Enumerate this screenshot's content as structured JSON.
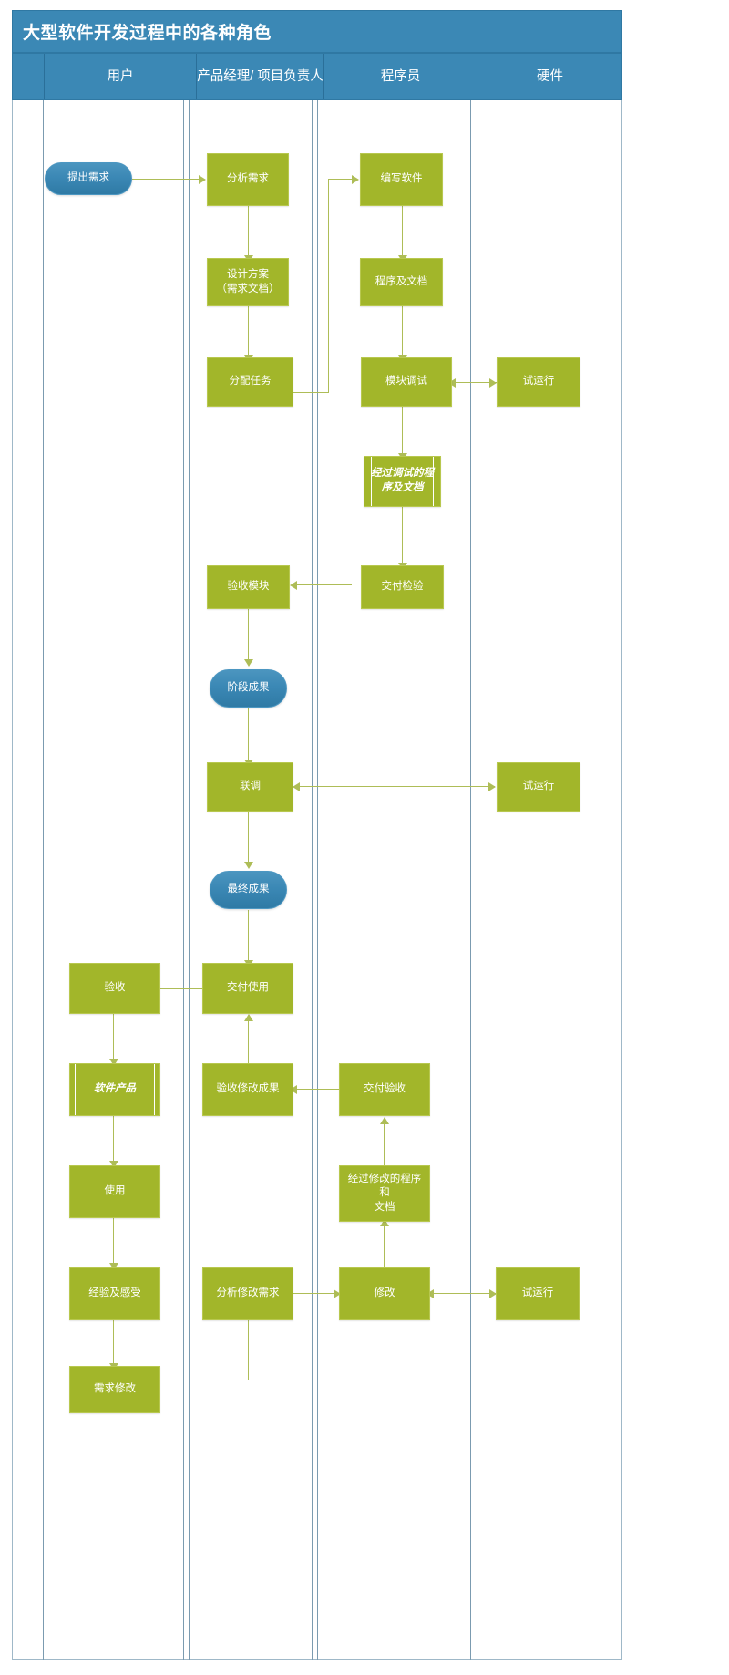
{
  "diagram": {
    "title": "大型软件开发过程中的各种角色",
    "type": "swimlane-flowchart",
    "colors": {
      "header_blue": "#3b88b5",
      "process_green": "#a2b62a",
      "terminator_blue": "#3b88b5",
      "connector_green": "#aebd57",
      "lane_border": "#7b9bb0",
      "background": "#ffffff"
    },
    "lanes": [
      {
        "id": "user",
        "label": "用户"
      },
      {
        "id": "pm",
        "label": "产品经理/\n项目负责人"
      },
      {
        "id": "dev",
        "label": "程序员"
      },
      {
        "id": "hw",
        "label": "硬件"
      }
    ],
    "nodes": [
      {
        "id": "n1",
        "lane": "user",
        "shape": "terminator",
        "label": "提出需求"
      },
      {
        "id": "n2",
        "lane": "pm",
        "shape": "process",
        "label": "分析需求"
      },
      {
        "id": "n3",
        "lane": "pm",
        "shape": "process",
        "label": "设计方案\n（需求文档）"
      },
      {
        "id": "n4",
        "lane": "pm",
        "shape": "process",
        "label": "分配任务"
      },
      {
        "id": "n5",
        "lane": "dev",
        "shape": "process",
        "label": "编写软件"
      },
      {
        "id": "n6",
        "lane": "dev",
        "shape": "process",
        "label": "程序及文档"
      },
      {
        "id": "n7",
        "lane": "dev",
        "shape": "process",
        "label": "模块调试"
      },
      {
        "id": "n8",
        "lane": "hw",
        "shape": "process",
        "label": "试运行"
      },
      {
        "id": "n9",
        "lane": "dev",
        "shape": "document",
        "label": "经过调试的程\n序及文档"
      },
      {
        "id": "n10",
        "lane": "dev",
        "shape": "process",
        "label": "交付检验"
      },
      {
        "id": "n11",
        "lane": "pm",
        "shape": "process",
        "label": "验收模块"
      },
      {
        "id": "n12",
        "lane": "pm",
        "shape": "terminator",
        "label": "阶段成果"
      },
      {
        "id": "n13",
        "lane": "pm",
        "shape": "process",
        "label": "联调"
      },
      {
        "id": "n14",
        "lane": "hw",
        "shape": "process",
        "label": "试运行"
      },
      {
        "id": "n15",
        "lane": "pm",
        "shape": "terminator",
        "label": "最终成果"
      },
      {
        "id": "n16",
        "lane": "pm",
        "shape": "process",
        "label": "交付使用"
      },
      {
        "id": "n17",
        "lane": "user",
        "shape": "process",
        "label": "验收"
      },
      {
        "id": "n18",
        "lane": "user",
        "shape": "document",
        "label": "软件产品"
      },
      {
        "id": "n19",
        "lane": "pm",
        "shape": "process",
        "label": "验收修改成果"
      },
      {
        "id": "n20",
        "lane": "dev",
        "shape": "process",
        "label": "交付验收"
      },
      {
        "id": "n21",
        "lane": "user",
        "shape": "process",
        "label": "使用"
      },
      {
        "id": "n22",
        "lane": "dev",
        "shape": "process",
        "label": "经过修改的程序和\n文档"
      },
      {
        "id": "n23",
        "lane": "user",
        "shape": "process",
        "label": "经验及感受"
      },
      {
        "id": "n24",
        "lane": "pm",
        "shape": "process",
        "label": "分析修改需求"
      },
      {
        "id": "n25",
        "lane": "dev",
        "shape": "process",
        "label": "修改"
      },
      {
        "id": "n26",
        "lane": "hw",
        "shape": "process",
        "label": "试运行"
      },
      {
        "id": "n27",
        "lane": "user",
        "shape": "process",
        "label": "需求修改"
      }
    ],
    "edges": [
      {
        "from": "n1",
        "to": "n2",
        "dir": "one-way"
      },
      {
        "from": "n2",
        "to": "n3",
        "dir": "one-way"
      },
      {
        "from": "n3",
        "to": "n4",
        "dir": "one-way"
      },
      {
        "from": "n4",
        "to": "n5",
        "dir": "one-way"
      },
      {
        "from": "n5",
        "to": "n6",
        "dir": "one-way"
      },
      {
        "from": "n6",
        "to": "n7",
        "dir": "one-way"
      },
      {
        "from": "n7",
        "to": "n8",
        "dir": "two-way"
      },
      {
        "from": "n7",
        "to": "n9",
        "dir": "one-way"
      },
      {
        "from": "n9",
        "to": "n10",
        "dir": "one-way"
      },
      {
        "from": "n10",
        "to": "n11",
        "dir": "one-way"
      },
      {
        "from": "n11",
        "to": "n12",
        "dir": "one-way"
      },
      {
        "from": "n12",
        "to": "n13",
        "dir": "one-way"
      },
      {
        "from": "n13",
        "to": "n14",
        "dir": "two-way"
      },
      {
        "from": "n13",
        "to": "n15",
        "dir": "one-way"
      },
      {
        "from": "n15",
        "to": "n16",
        "dir": "one-way"
      },
      {
        "from": "n16",
        "to": "n17",
        "dir": "one-way"
      },
      {
        "from": "n17",
        "to": "n18",
        "dir": "one-way"
      },
      {
        "from": "n20",
        "to": "n19",
        "dir": "one-way"
      },
      {
        "from": "n19",
        "to": "n16",
        "dir": "one-way"
      },
      {
        "from": "n18",
        "to": "n21",
        "dir": "one-way"
      },
      {
        "from": "n22",
        "to": "n20",
        "dir": "one-way"
      },
      {
        "from": "n21",
        "to": "n23",
        "dir": "one-way"
      },
      {
        "from": "n23",
        "to": "n27",
        "dir": "one-way"
      },
      {
        "from": "n24",
        "to": "n25",
        "dir": "one-way"
      },
      {
        "from": "n25",
        "to": "n26",
        "dir": "two-way"
      },
      {
        "from": "n25",
        "to": "n22",
        "dir": "one-way"
      },
      {
        "from": "n27",
        "to": "n24",
        "dir": "one-way"
      }
    ]
  }
}
